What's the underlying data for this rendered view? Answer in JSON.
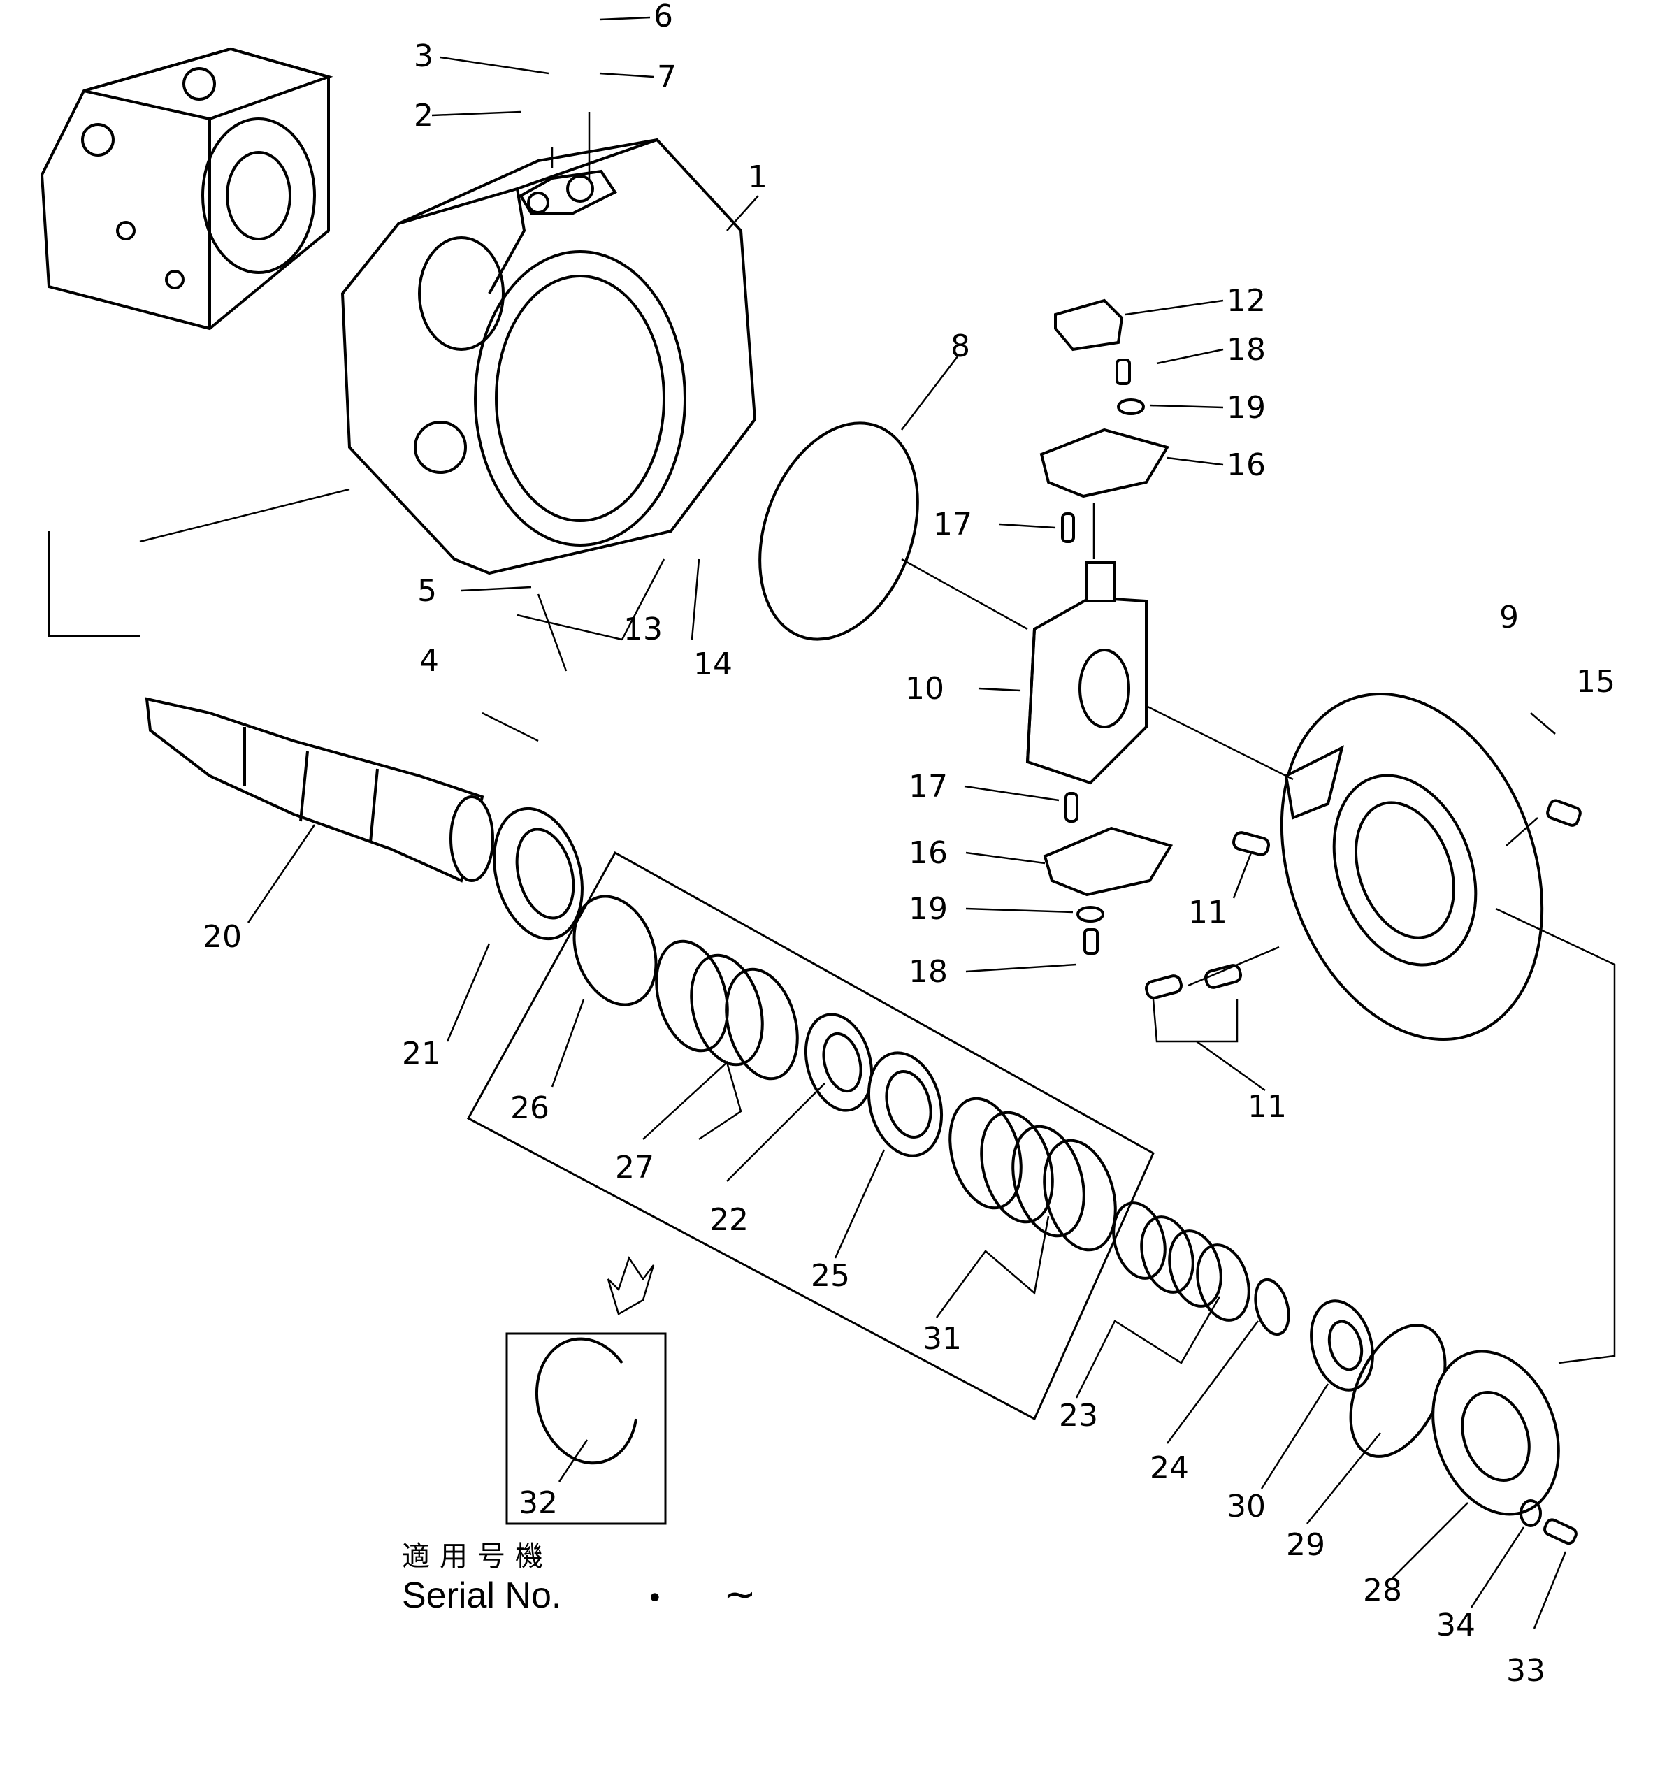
{
  "callouts": [
    {
      "id": "c1",
      "label": "1"
    },
    {
      "id": "c2",
      "label": "2"
    },
    {
      "id": "c3",
      "label": "3"
    },
    {
      "id": "c4",
      "label": "4"
    },
    {
      "id": "c5",
      "label": "5"
    },
    {
      "id": "c6",
      "label": "6"
    },
    {
      "id": "c7",
      "label": "7"
    },
    {
      "id": "c8",
      "label": "8"
    },
    {
      "id": "c9",
      "label": "9"
    },
    {
      "id": "c10",
      "label": "10"
    },
    {
      "id": "c11a",
      "label": "11"
    },
    {
      "id": "c11b",
      "label": "11"
    },
    {
      "id": "c12",
      "label": "12"
    },
    {
      "id": "c13",
      "label": "13"
    },
    {
      "id": "c14",
      "label": "14"
    },
    {
      "id": "c15",
      "label": "15"
    },
    {
      "id": "c16a",
      "label": "16"
    },
    {
      "id": "c16b",
      "label": "16"
    },
    {
      "id": "c17a",
      "label": "17"
    },
    {
      "id": "c17b",
      "label": "17"
    },
    {
      "id": "c18a",
      "label": "18"
    },
    {
      "id": "c18b",
      "label": "18"
    },
    {
      "id": "c19a",
      "label": "19"
    },
    {
      "id": "c19b",
      "label": "19"
    },
    {
      "id": "c20",
      "label": "20"
    },
    {
      "id": "c21",
      "label": "21"
    },
    {
      "id": "c22",
      "label": "22"
    },
    {
      "id": "c23",
      "label": "23"
    },
    {
      "id": "c24",
      "label": "24"
    },
    {
      "id": "c25",
      "label": "25"
    },
    {
      "id": "c26",
      "label": "26"
    },
    {
      "id": "c27",
      "label": "27"
    },
    {
      "id": "c28",
      "label": "28"
    },
    {
      "id": "c29",
      "label": "29"
    },
    {
      "id": "c30",
      "label": "30"
    },
    {
      "id": "c31",
      "label": "31"
    },
    {
      "id": "c32",
      "label": "32"
    },
    {
      "id": "c33",
      "label": "33"
    },
    {
      "id": "c34",
      "label": "34"
    }
  ],
  "serial": {
    "kanji": "適用号機",
    "label": "Serial No.",
    "dot": "•",
    "tilde": "~"
  }
}
